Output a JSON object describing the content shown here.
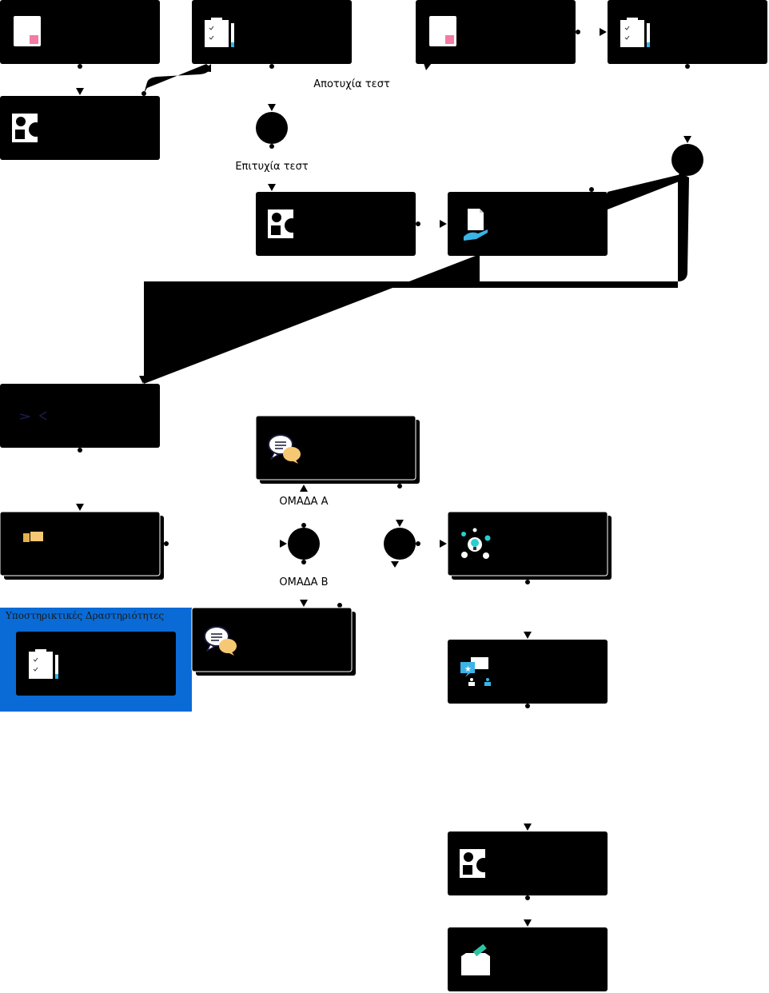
{
  "edge_labels": {
    "test_fail": "Αποτυχία τεστ",
    "test_success": "Επιτυχία τεστ",
    "group_a": "ΟΜΑΔΑ Α",
    "group_b": "ΟΜΑΔΑ Β"
  },
  "support_group": {
    "title": "Υποστηρικτικές Δραστηριότητες"
  },
  "colors": {
    "node_fill": "#000000",
    "support_group_bg": "#0a6bd6",
    "canvas_bg": "#ffffff",
    "icon_pink": "#f47ca4",
    "icon_blue": "#3ab4e6",
    "icon_yellow": "#f7c873",
    "icon_teal": "#2fc3a3",
    "icon_cyan": "#27d0d0"
  },
  "nodes": [
    {
      "id": "n1",
      "icon": "document-icon"
    },
    {
      "id": "n2",
      "icon": "clipboard-icon"
    },
    {
      "id": "n3",
      "icon": "document-icon"
    },
    {
      "id": "n4",
      "icon": "clipboard-icon"
    },
    {
      "id": "n5",
      "icon": "shapes-icon"
    },
    {
      "id": "n6",
      "icon": "shapes-icon"
    },
    {
      "id": "n7",
      "icon": "document-hand-icon"
    },
    {
      "id": "n8",
      "icon": "code-icon"
    },
    {
      "id": "n9",
      "icon": "chat-bubbles-icon"
    },
    {
      "id": "n10",
      "icon": "folder-icon"
    },
    {
      "id": "n11",
      "icon": "lightbulb-network-icon"
    },
    {
      "id": "n12",
      "icon": "chat-bubbles-icon"
    },
    {
      "id": "n13",
      "icon": "clipboard-icon"
    },
    {
      "id": "n14",
      "icon": "presentation-icon"
    },
    {
      "id": "n15",
      "icon": "shapes-icon"
    },
    {
      "id": "n16",
      "icon": "ballot-box-icon"
    }
  ],
  "gateways": [
    {
      "id": "g1"
    },
    {
      "id": "g2"
    },
    {
      "id": "g3"
    },
    {
      "id": "g4"
    }
  ]
}
